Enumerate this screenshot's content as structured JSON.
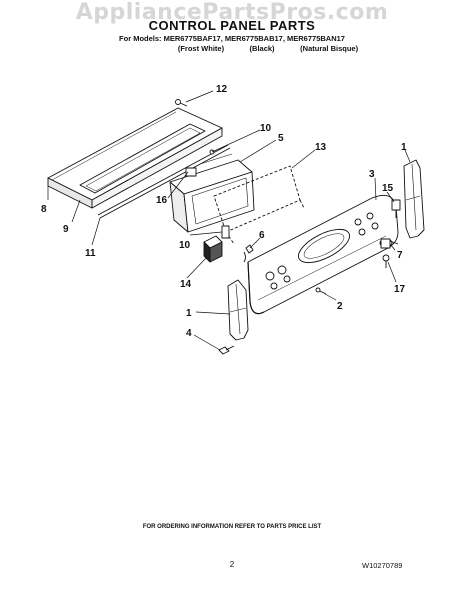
{
  "watermark": "AppliancePartsPros.com",
  "title": "CONTROL PANEL PARTS",
  "models": {
    "prefix": "For Models:",
    "list": "MER6775BAF17, MER6775BAB17, MER6775BAN17",
    "color1": "(Frost White)",
    "color2": "(Black)",
    "color3": "(Natural Bisque)"
  },
  "callouts": [
    "12",
    "10",
    "5",
    "13",
    "1",
    "3",
    "15",
    "16",
    "8",
    "9",
    "11",
    "10",
    "6",
    "7",
    "14",
    "2",
    "17",
    "1",
    "4"
  ],
  "footer": "FOR ORDERING INFORMATION REFER TO PARTS PRICE LIST",
  "page_number": "2",
  "doc_id": "W10270789"
}
